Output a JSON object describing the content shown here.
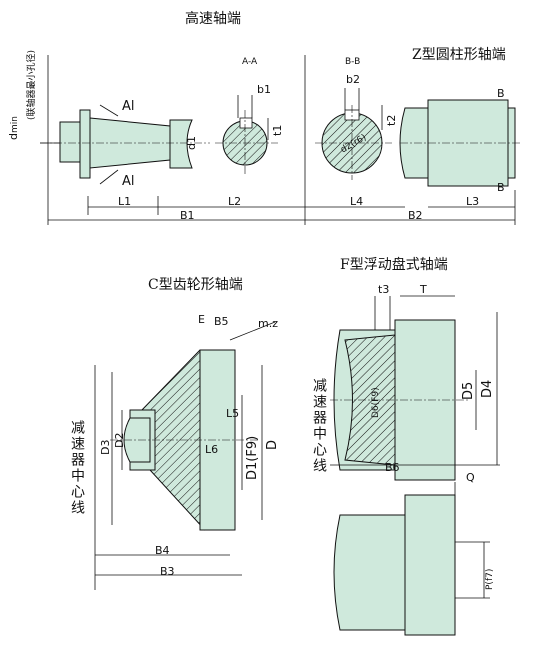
{
  "titles": {
    "high_speed": "高速轴端",
    "z_type": "Z型圆柱形轴端",
    "c_type": "C型齿轮形轴端",
    "f_type": "F型浮动盘式轴端"
  },
  "labels": {
    "dmin": "d",
    "dmin_sub": "min",
    "dmin_note": "(联轴器最小孔径)",
    "al_top": "Al",
    "al_bottom": "Al",
    "d1_left": "d1",
    "l1": "L1",
    "l2": "L2",
    "b1": "B1",
    "aa": "A-A",
    "b1_key": "b1",
    "t1": "t1",
    "bb": "B-B",
    "b2": "b2",
    "t2": "t2",
    "dr6": "d2(r6)",
    "l4": "L4",
    "b2_total": "B2",
    "b_top": "B",
    "b_bottom": "B",
    "l3": "L3",
    "e": "E",
    "b5": "B5",
    "mz": "m.z",
    "d3": "D3",
    "d2": "D2",
    "l5": "L5",
    "l6": "L6",
    "d1f9": "D1(F9)",
    "d": "D",
    "b4": "B4",
    "b3": "B3",
    "reducer_center_c": "减速器中心线",
    "t3": "t3",
    "t": "T",
    "d6f9": "D6(F9)",
    "d5": "D5",
    "d4": "D4",
    "b6": "B6",
    "q": "Q",
    "pf7": "P(f7)",
    "reducer_center_f": "减速器中心线"
  }
}
